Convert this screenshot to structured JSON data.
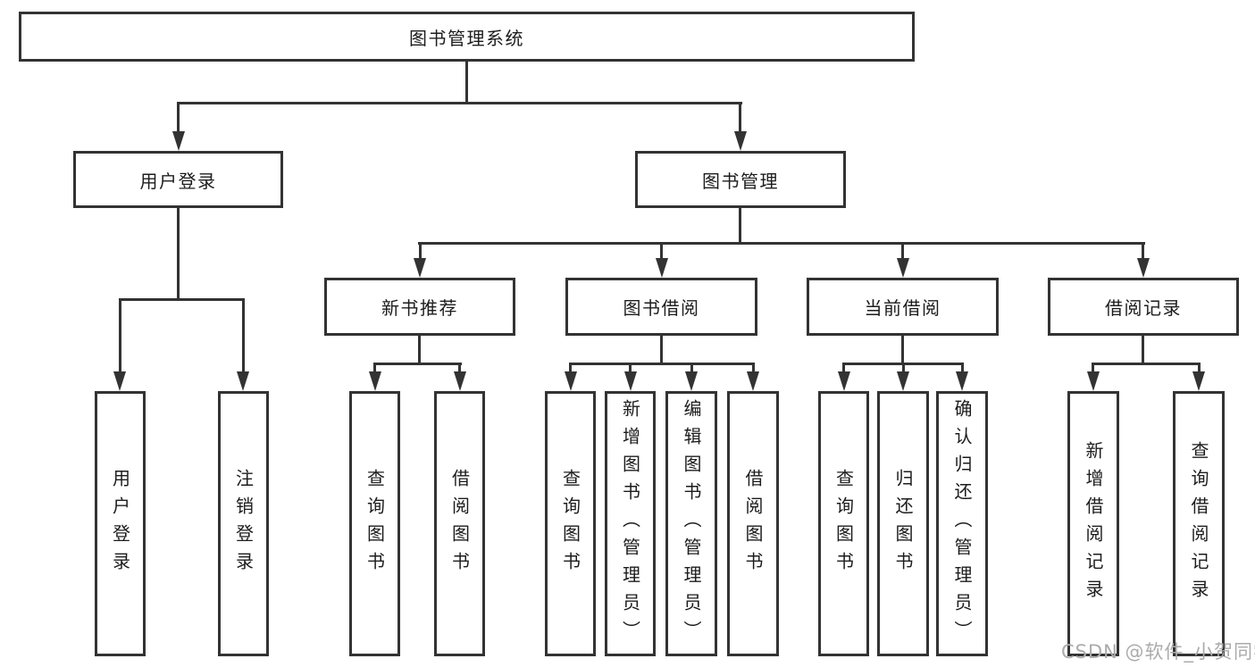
{
  "nodes": {
    "root": {
      "label": "图书管理系统"
    },
    "user_login": {
      "label": "用户登录",
      "children": [
        {
          "label": "用户登录"
        },
        {
          "label": "注销登录"
        }
      ]
    },
    "book_management": {
      "label": "图书管理"
    },
    "new_book_recommend": {
      "label": "新书推荐",
      "children": [
        {
          "label": "查询图书"
        },
        {
          "label": "借阅图书"
        }
      ]
    },
    "book_borrow": {
      "label": "图书借阅",
      "children": [
        {
          "label": "查询图书"
        },
        {
          "label": "新增图书（管理员）"
        },
        {
          "label": "编辑图书（管理员）"
        },
        {
          "label": "借阅图书"
        }
      ]
    },
    "current_borrow": {
      "label": "当前借阅",
      "children": [
        {
          "label": "查询图书"
        },
        {
          "label": "归还图书"
        },
        {
          "label": "确认归还（管理员）"
        }
      ]
    },
    "borrow_records": {
      "label": "借阅记录",
      "children": [
        {
          "label": "新增借阅记录"
        },
        {
          "label": "查询借阅记录"
        }
      ]
    }
  },
  "watermark": {
    "text": "CSDN @软件_小贺同学"
  },
  "colors": {
    "line": "#333333",
    "box_fill": "#ffffff",
    "text": "#1c1c1c",
    "watermark": "#ababab",
    "background": "#ffffff"
  }
}
